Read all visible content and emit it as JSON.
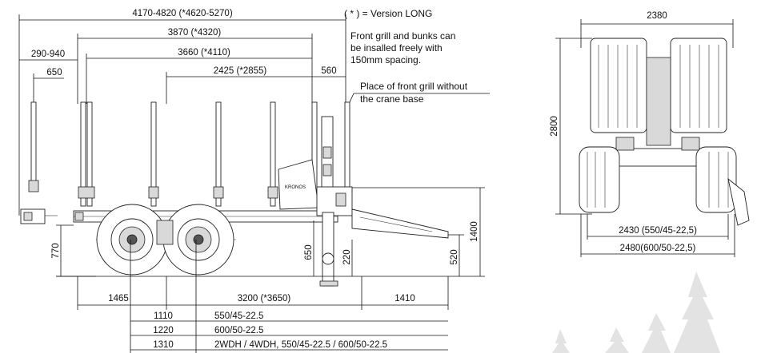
{
  "side_view": {
    "dims": {
      "overall_length": "4170-4820 (*4620-5270)",
      "length_a": "3870 (*4320)",
      "length_b": "3660 (*4110)",
      "bunk_span": "2425 (*2855)",
      "rear_overhang": "290-940",
      "grill_offset": "560",
      "rear_post_gap": "650",
      "height_770": "770",
      "height_650": "650",
      "height_220": "220",
      "height_520": "520",
      "height_1400": "1400",
      "bottom_1465": "1465",
      "bottom_3200": "3200 (*3650)",
      "bottom_1410": "1410"
    },
    "notes": {
      "version_long": "( * ) = Version LONG",
      "grill_line1": "Front grill and bunks can",
      "grill_line2": "be insalled freely with",
      "grill_line3": "150mm spacing.",
      "place_line1": "Place of front grill without",
      "place_line2": "the crane base"
    },
    "brand_label": "KRONOS"
  },
  "track_table": [
    {
      "value": "1110",
      "tyres": "550/45-22.5"
    },
    {
      "value": "1220",
      "tyres": "600/50-22.5"
    },
    {
      "value": "1310",
      "tyres": "2WDH / 4WDH, 550/45-22.5 / 600/50-22.5"
    }
  ],
  "front_view": {
    "width_top": "2380",
    "height": "2800",
    "track_1": "2430 (550/45-22,5)",
    "track_2": "2480(600/50-22,5)"
  }
}
